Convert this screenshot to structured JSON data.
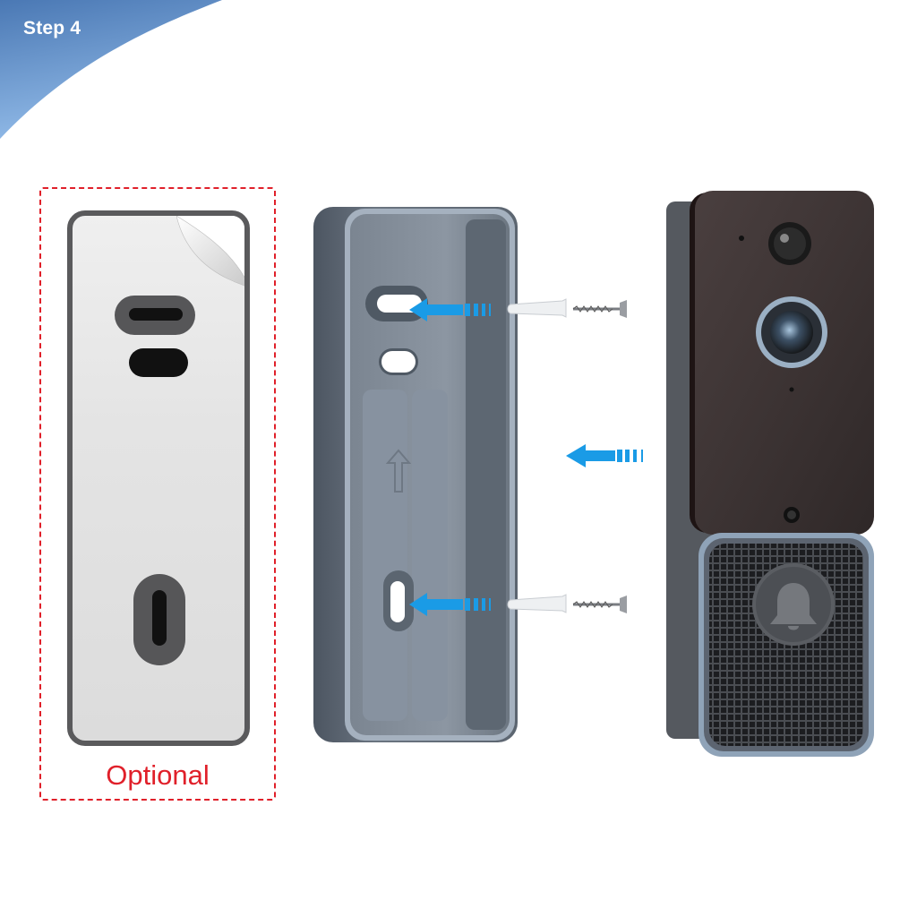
{
  "header": {
    "step_label": "Step 4",
    "banner_color": "#4f7fbb",
    "banner_color_light": "#8cb6e6"
  },
  "optional_pad": {
    "label": "Optional",
    "frame_color": "#e0202a",
    "description": "adhesive backing sticker with peeled corner"
  },
  "mount_bracket": {
    "color": "#5b6470",
    "embossed_arrow": "up"
  },
  "arrows": {
    "color": "#1a9be6",
    "items": [
      {
        "id": "top-screw-arrow",
        "direction": "left"
      },
      {
        "id": "doorbell-arrow",
        "direction": "left"
      },
      {
        "id": "bottom-screw-arrow",
        "direction": "left"
      }
    ]
  },
  "hardware": {
    "screws": [
      {
        "id": "top-screw",
        "anchor": "wall-plug"
      },
      {
        "id": "bottom-screw",
        "anchor": "wall-plug"
      }
    ]
  },
  "doorbell": {
    "face_color": "#3f3535",
    "speaker_frame_color": "#8fa3b8",
    "button_icon": "bell-icon"
  }
}
